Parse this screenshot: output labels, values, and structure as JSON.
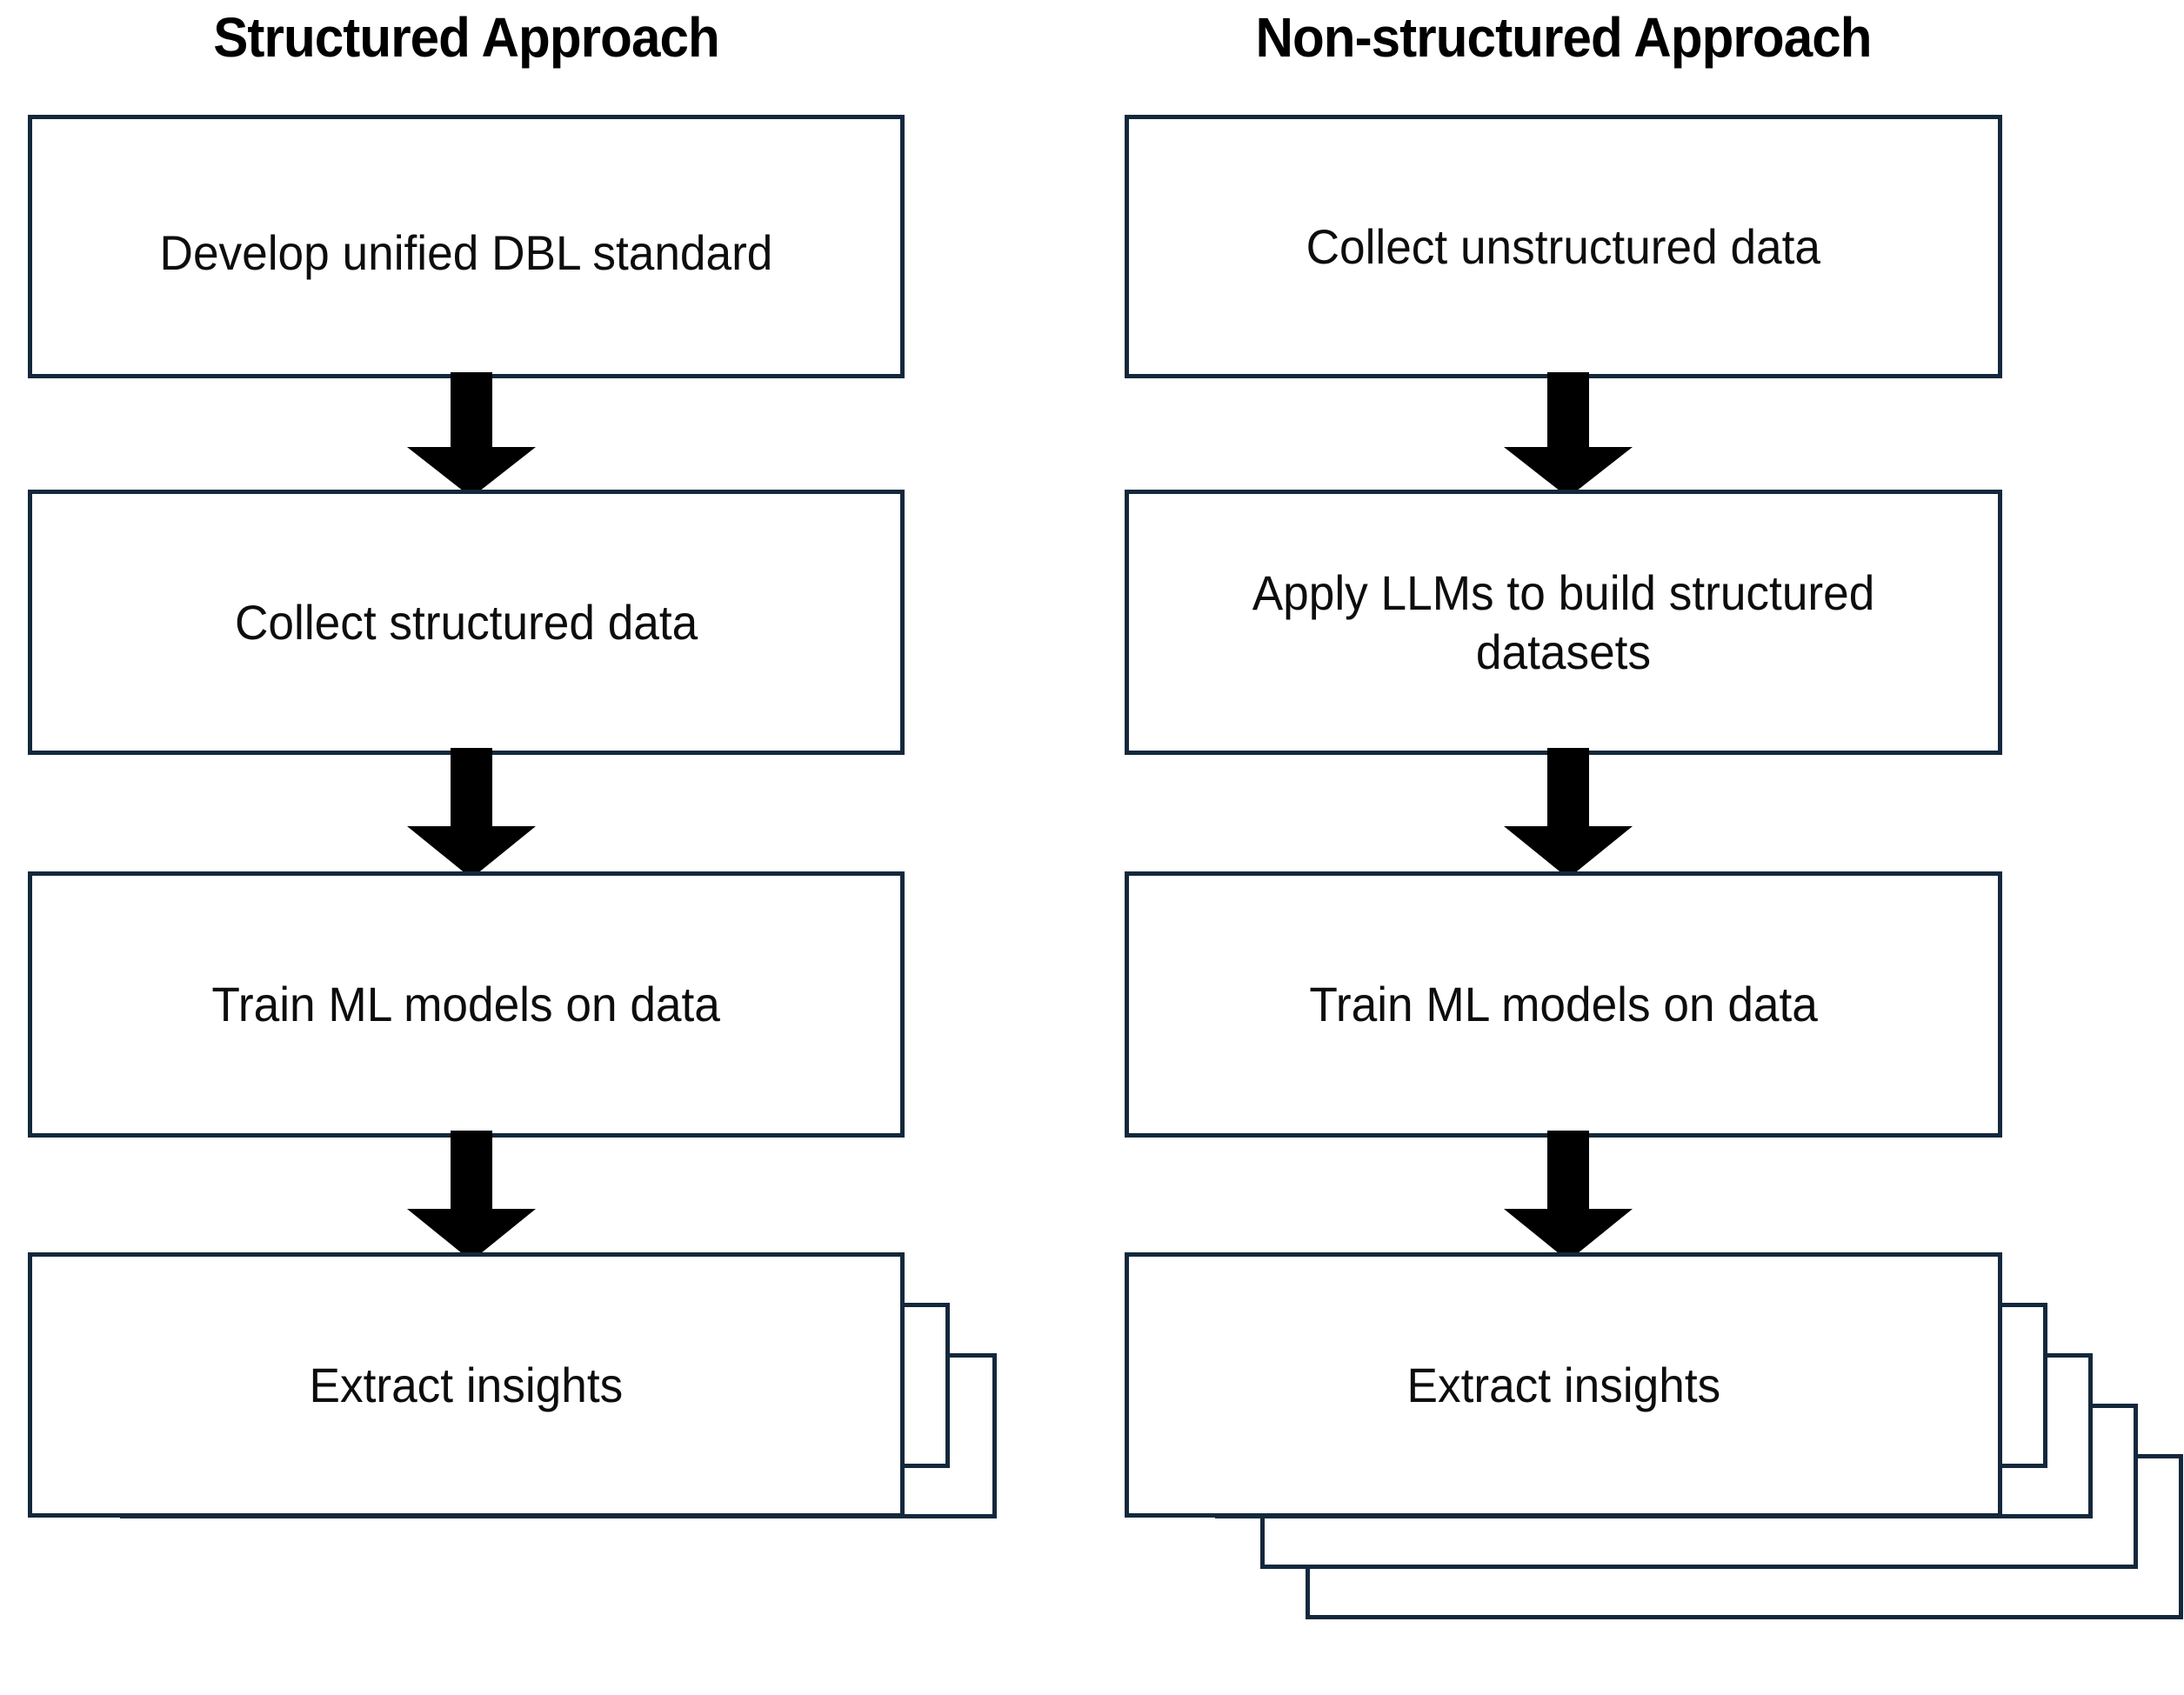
{
  "diagram": {
    "title_left": "Structured Approach",
    "title_right": "Non-structured Approach",
    "colors": {
      "box_border": "#14283c",
      "box_fill": "#ffffff",
      "arrow": "#000000",
      "text": "#0d0d0d",
      "background": "#ffffff"
    },
    "columns": [
      {
        "id": "structured",
        "header": "Structured Approach",
        "steps": [
          {
            "label": "Develop unified DBL standard",
            "shape": "rectangle"
          },
          {
            "label": "Collect structured data",
            "shape": "rectangle"
          },
          {
            "label": "Train ML models on data",
            "shape": "rectangle"
          },
          {
            "label": "Extract insights",
            "shape": "stacked-rectangle",
            "stack_layers": 2
          }
        ],
        "connectors": [
          "down-arrow",
          "down-arrow",
          "down-arrow"
        ]
      },
      {
        "id": "non-structured",
        "header": "Non-structured Approach",
        "steps": [
          {
            "label": "Collect unstructured data",
            "shape": "rectangle"
          },
          {
            "label": "Apply LLMs to build structured datasets",
            "shape": "rectangle"
          },
          {
            "label": "Train ML models on data",
            "shape": "rectangle"
          },
          {
            "label": "Extract insights",
            "shape": "stacked-rectangle",
            "stack_layers": 4
          }
        ],
        "connectors": [
          "down-arrow",
          "down-arrow",
          "down-arrow"
        ]
      }
    ]
  }
}
